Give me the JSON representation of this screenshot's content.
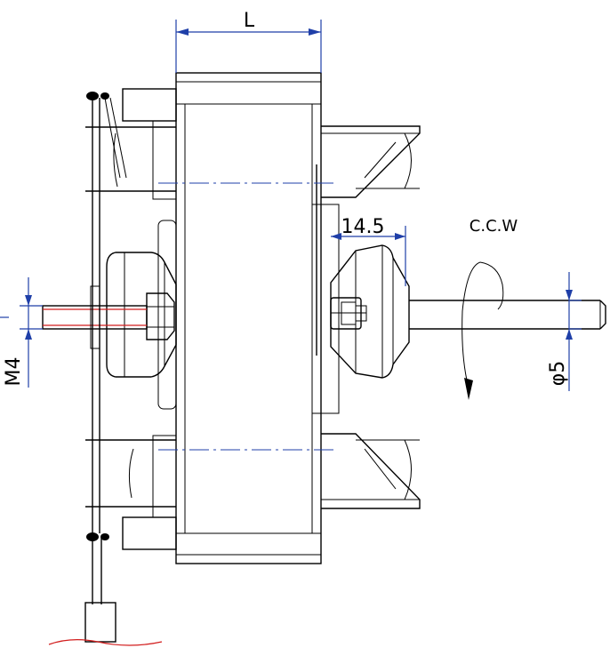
{
  "labels": {
    "length": "L",
    "hub_offset": "14.5",
    "rotation": "C.C.W",
    "thread": "M4",
    "shaft_diameter": "φ5"
  },
  "colors": {
    "outline": "#000000",
    "dimension": "#1f3fa8",
    "thread_line": "#d21e1e",
    "cable": "#d21e1e"
  }
}
